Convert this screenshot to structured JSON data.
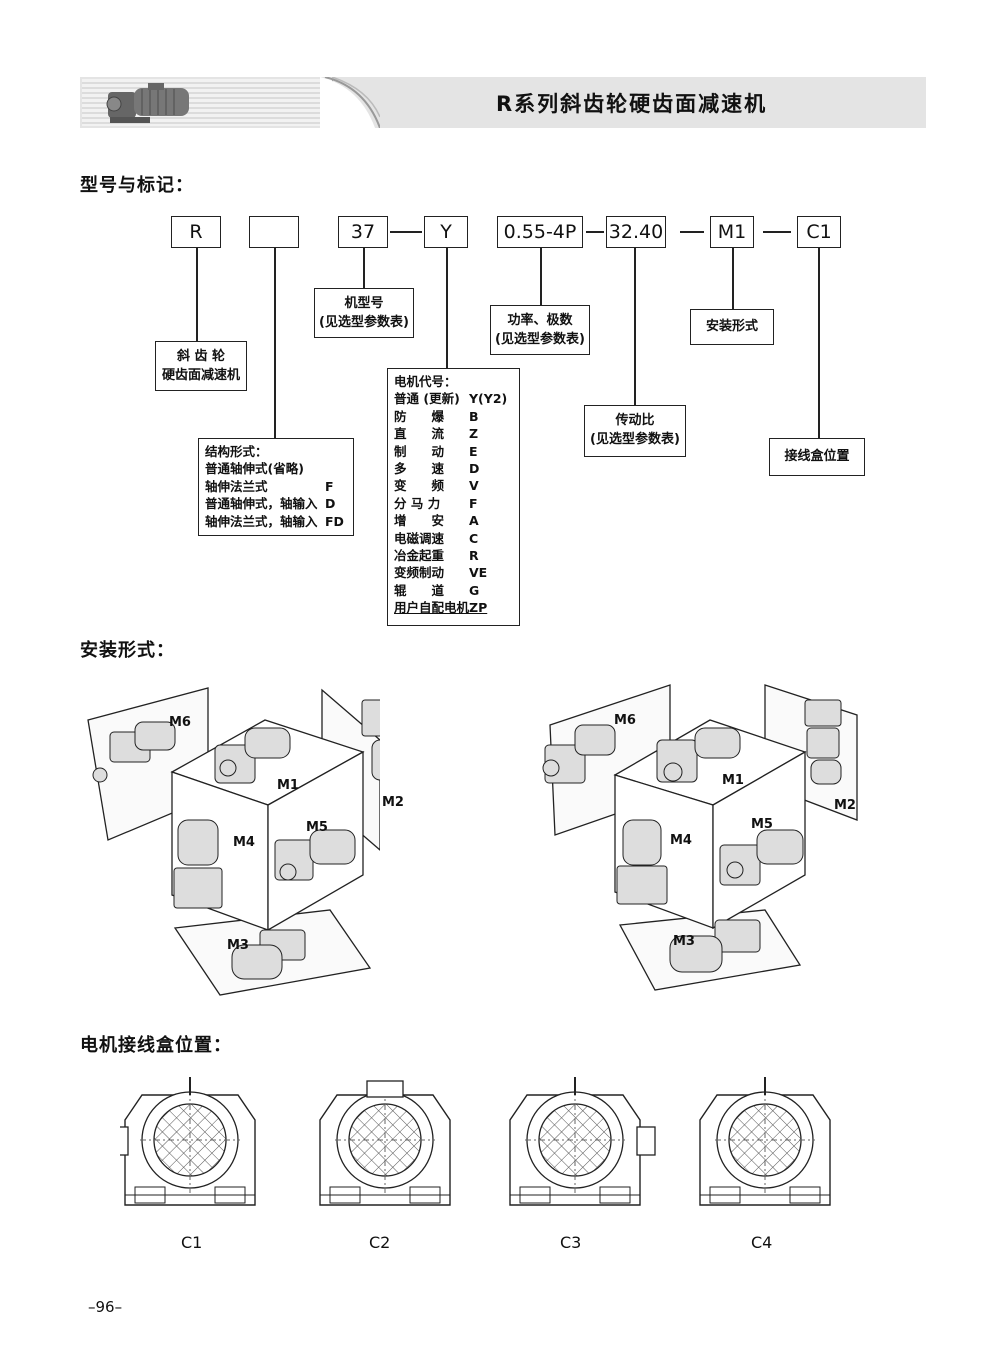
{
  "header": {
    "title": "R系列斜齿轮硬齿面减速机"
  },
  "sections": {
    "model": "型号与标记：",
    "mounting": "安装形式：",
    "terminal": "电机接线盒位置："
  },
  "codes": [
    "R",
    "",
    "37",
    "Y",
    "0.55-4P",
    "32.40",
    "M1",
    "C1"
  ],
  "labels": {
    "gear_l1": "斜 齿 轮",
    "gear_l2": "硬齿面减速机",
    "frame_l1": "机型号",
    "frame_l2": "(见选型参数表)",
    "power_l1": "功率、极数",
    "power_l2": "(见选型参数表)",
    "mount": "安装形式",
    "ratio_l1": "传动比",
    "ratio_l2": "(见选型参数表)",
    "box": "接线盒位置"
  },
  "structure": {
    "title": "结构形式：",
    "items": [
      {
        "name": "普通轴伸式(省略)",
        "code": ""
      },
      {
        "name": "轴伸法兰式",
        "code": "F"
      },
      {
        "name": "普通轴伸式，轴输入",
        "code": "D"
      },
      {
        "name": "轴伸法兰式，轴输入",
        "code": "FD"
      }
    ]
  },
  "motor": {
    "title": "电机代号：",
    "items": [
      {
        "name": "普通 (更新)",
        "code": "Y(Y2)"
      },
      {
        "name": "防　　爆",
        "code": "B"
      },
      {
        "name": "直　　流",
        "code": "Z"
      },
      {
        "name": "制　　动",
        "code": "E"
      },
      {
        "name": "多　　速",
        "code": "D"
      },
      {
        "name": "变　　频",
        "code": "V"
      },
      {
        "name": "分 马 力",
        "code": "F"
      },
      {
        "name": "增　　安",
        "code": "A"
      },
      {
        "name": "电磁调速",
        "code": "C"
      },
      {
        "name": "冶金起重",
        "code": "R"
      },
      {
        "name": "变频制动",
        "code": "VE"
      },
      {
        "name": "辊　　道",
        "code": "G"
      },
      {
        "name": "用户自配电机",
        "code": "ZP"
      }
    ]
  },
  "mount_positions": {
    "left": [
      "M6",
      "M1",
      "M2",
      "M4",
      "M5",
      "M3"
    ],
    "right": [
      "M6",
      "M1",
      "M2",
      "M4",
      "M5",
      "M3"
    ]
  },
  "box_positions": [
    "C1",
    "C2",
    "C3",
    "C4"
  ],
  "page_number": "–96–"
}
